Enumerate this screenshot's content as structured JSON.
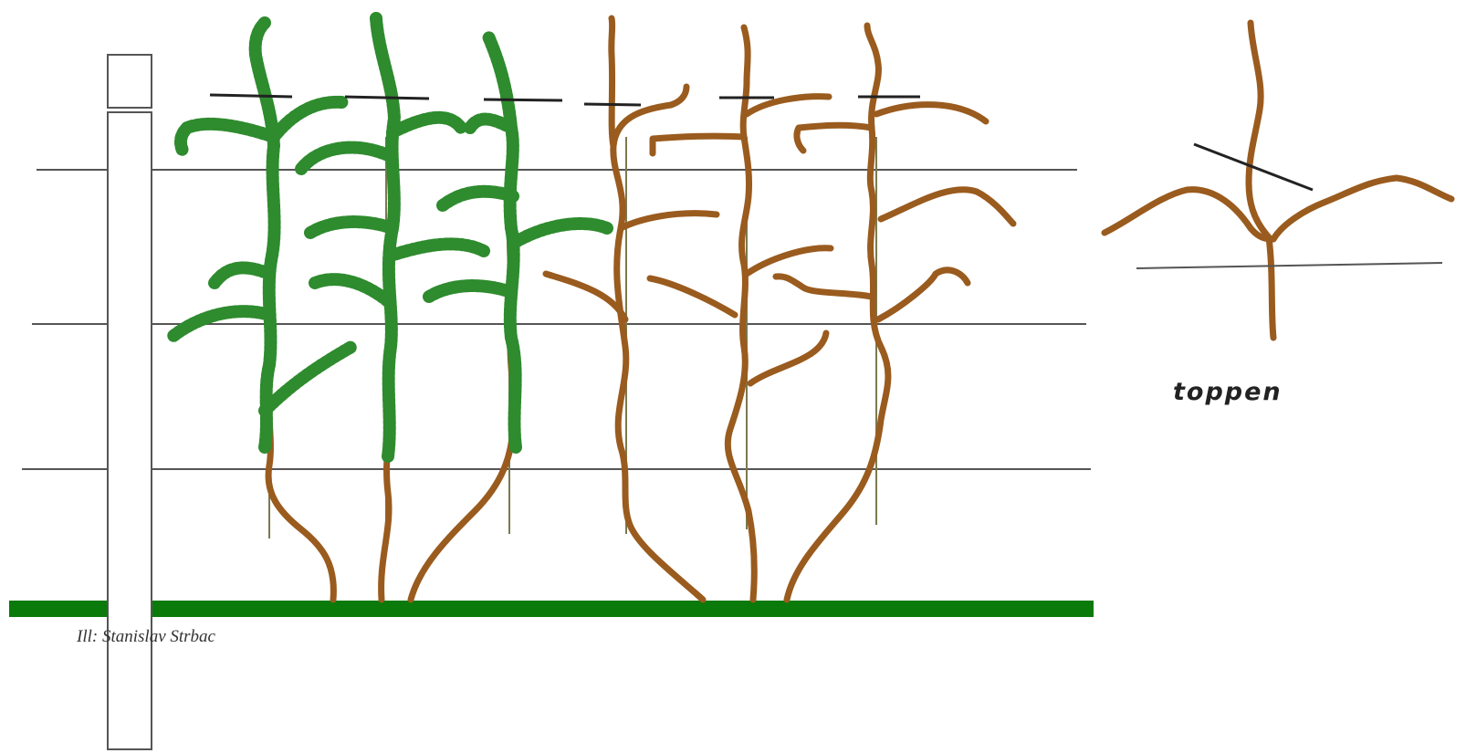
{
  "labels": {
    "topping": "toppen",
    "credit": "Ill: Stanislav Strbac"
  },
  "colors": {
    "wire": "#555555",
    "cane": "#9a5b1e",
    "foliage": "#2e8b2e",
    "ground": "#0a7a0a",
    "post_stroke": "#555555",
    "cut_mark": "#222222",
    "stake": "#7a7a50"
  },
  "icons": {
    "post": "trellis-post",
    "wire": "trellis-wire",
    "vine": "vine-cane",
    "cut": "topping-cut-mark"
  }
}
